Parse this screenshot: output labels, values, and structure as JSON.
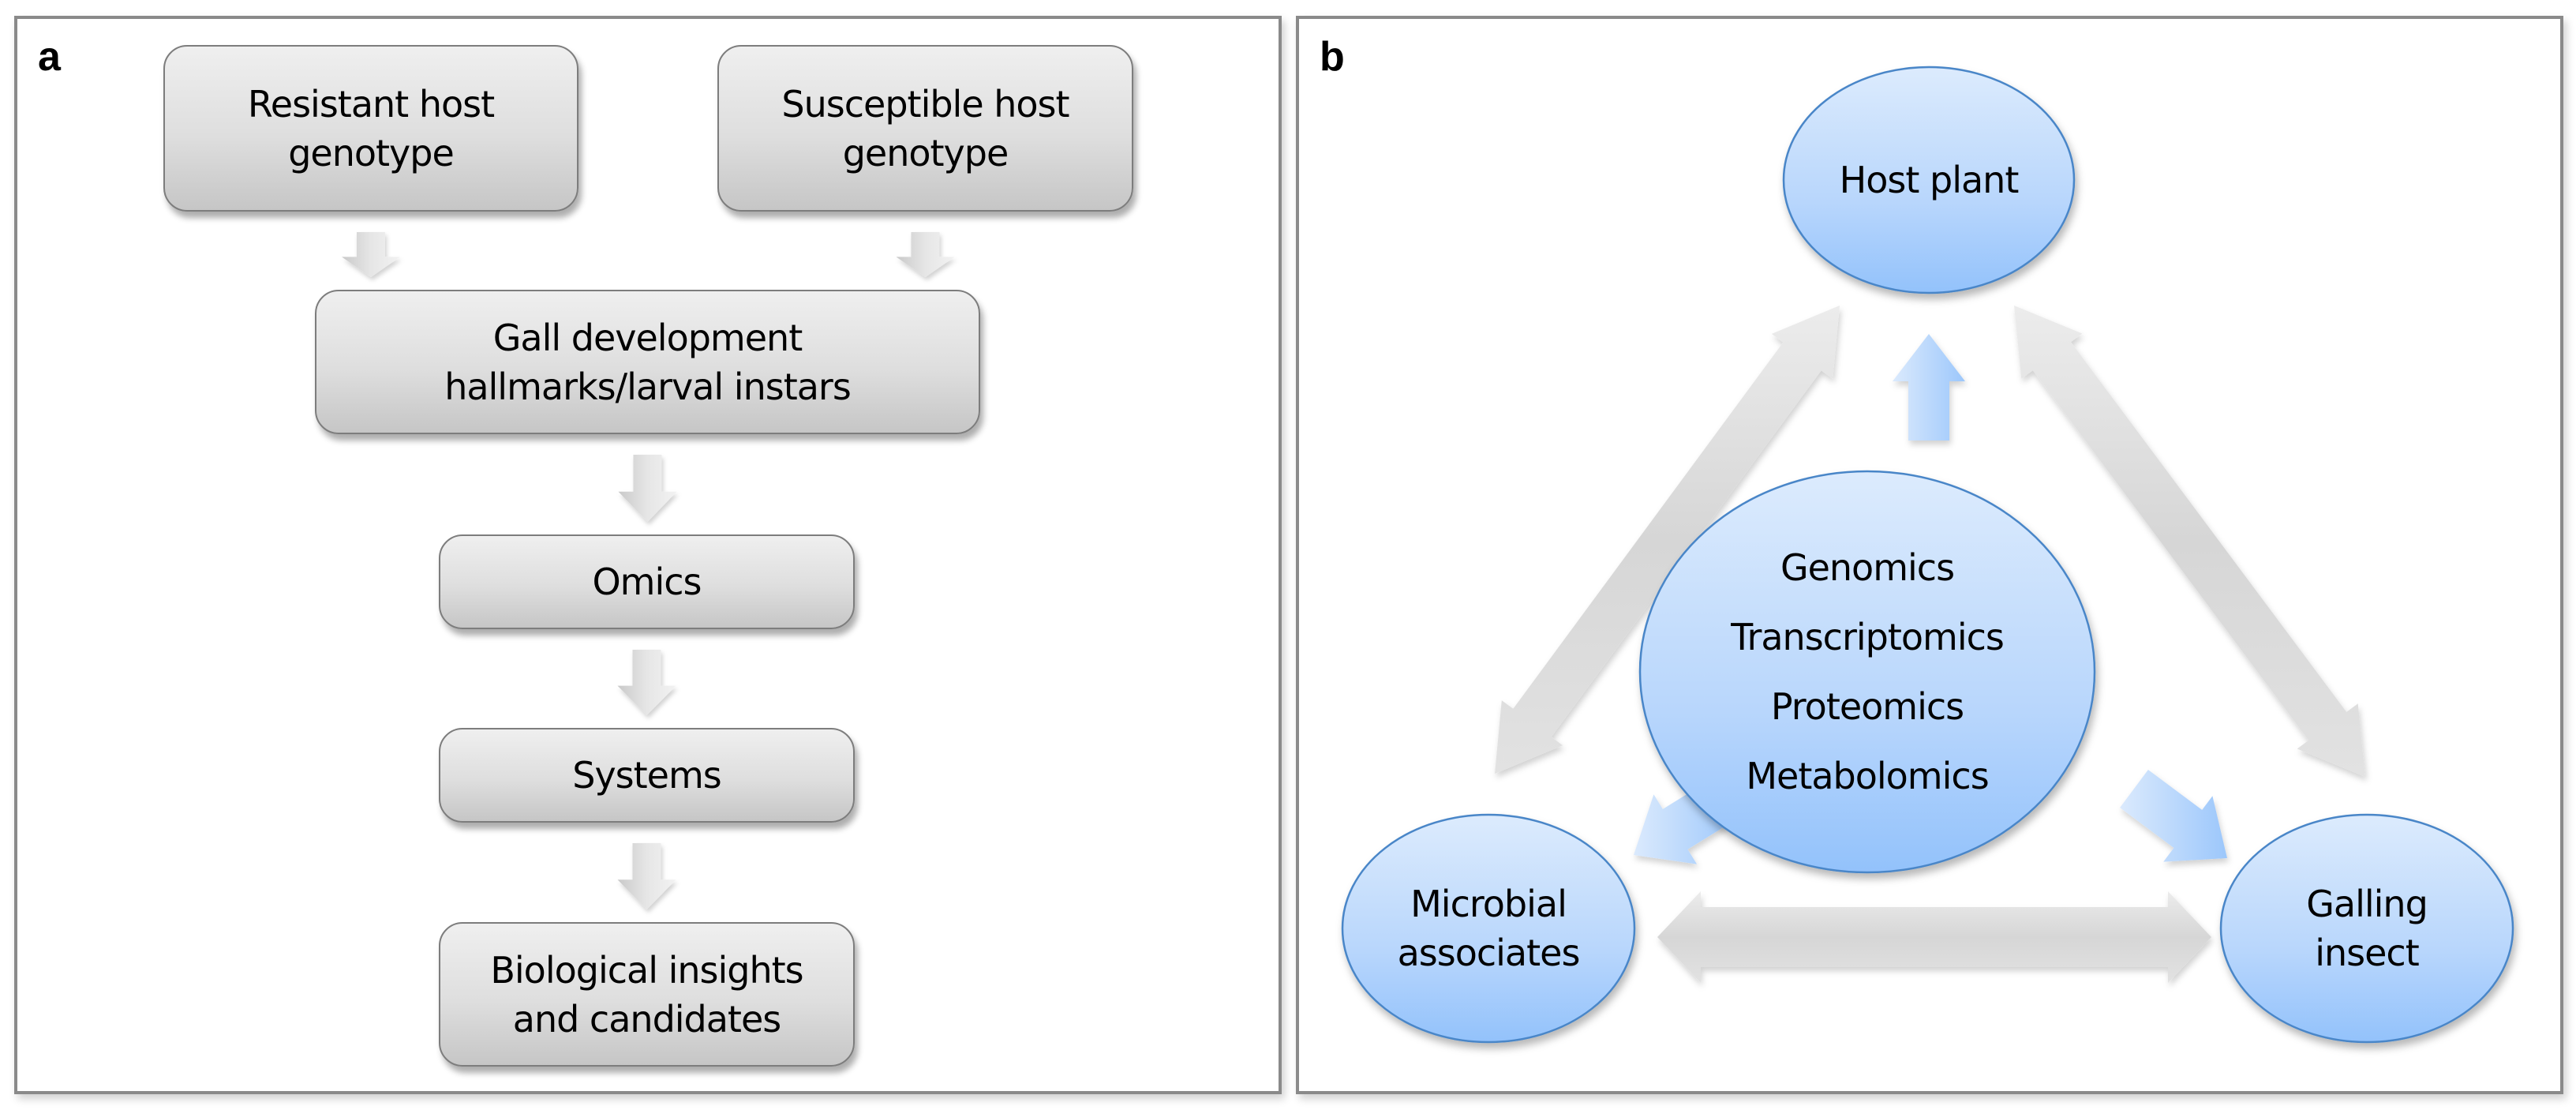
{
  "panel_a": {
    "label": "a",
    "boxes": [
      {
        "id": "resistant",
        "lines": [
          "Resistant host",
          "genotype"
        ]
      },
      {
        "id": "susceptible",
        "lines": [
          "Susceptible host",
          "genotype"
        ]
      },
      {
        "id": "gall",
        "lines": [
          "Gall development",
          "hallmarks/larval instars"
        ]
      },
      {
        "id": "omics",
        "lines": [
          "Omics"
        ]
      },
      {
        "id": "systems",
        "lines": [
          "Systems"
        ]
      },
      {
        "id": "biological",
        "lines": [
          "Biological insights",
          "and candidates"
        ]
      }
    ],
    "flow": [
      [
        "resistant",
        "gall"
      ],
      [
        "susceptible",
        "gall"
      ],
      [
        "gall",
        "omics"
      ],
      [
        "omics",
        "systems"
      ],
      [
        "systems",
        "biological"
      ]
    ]
  },
  "panel_b": {
    "label": "b",
    "nodes": {
      "host_plant": {
        "lines": [
          "Host plant"
        ]
      },
      "center": {
        "lines": [
          "Genomics",
          "Transcriptomics",
          "Proteomics",
          "Metabolomics"
        ]
      },
      "microbial": {
        "lines": [
          "Microbial",
          "associates"
        ]
      },
      "galling": {
        "lines": [
          "Galling",
          "insect"
        ]
      }
    },
    "links": [
      {
        "from": "host_plant",
        "to": "microbial",
        "type": "bidirectional"
      },
      {
        "from": "host_plant",
        "to": "galling",
        "type": "bidirectional"
      },
      {
        "from": "microbial",
        "to": "galling",
        "type": "bidirectional"
      },
      {
        "from": "center",
        "to": "host_plant",
        "type": "directed"
      },
      {
        "from": "center",
        "to": "microbial",
        "type": "directed"
      },
      {
        "from": "center",
        "to": "galling",
        "type": "directed"
      }
    ],
    "colors": {
      "node_fill_top": "#dcebfd",
      "node_fill_bottom": "#93c2fb",
      "node_stroke": "#4a86c8",
      "gray_arrow": "#d4d4d4",
      "blue_arrow": "#a9cdf9"
    }
  }
}
